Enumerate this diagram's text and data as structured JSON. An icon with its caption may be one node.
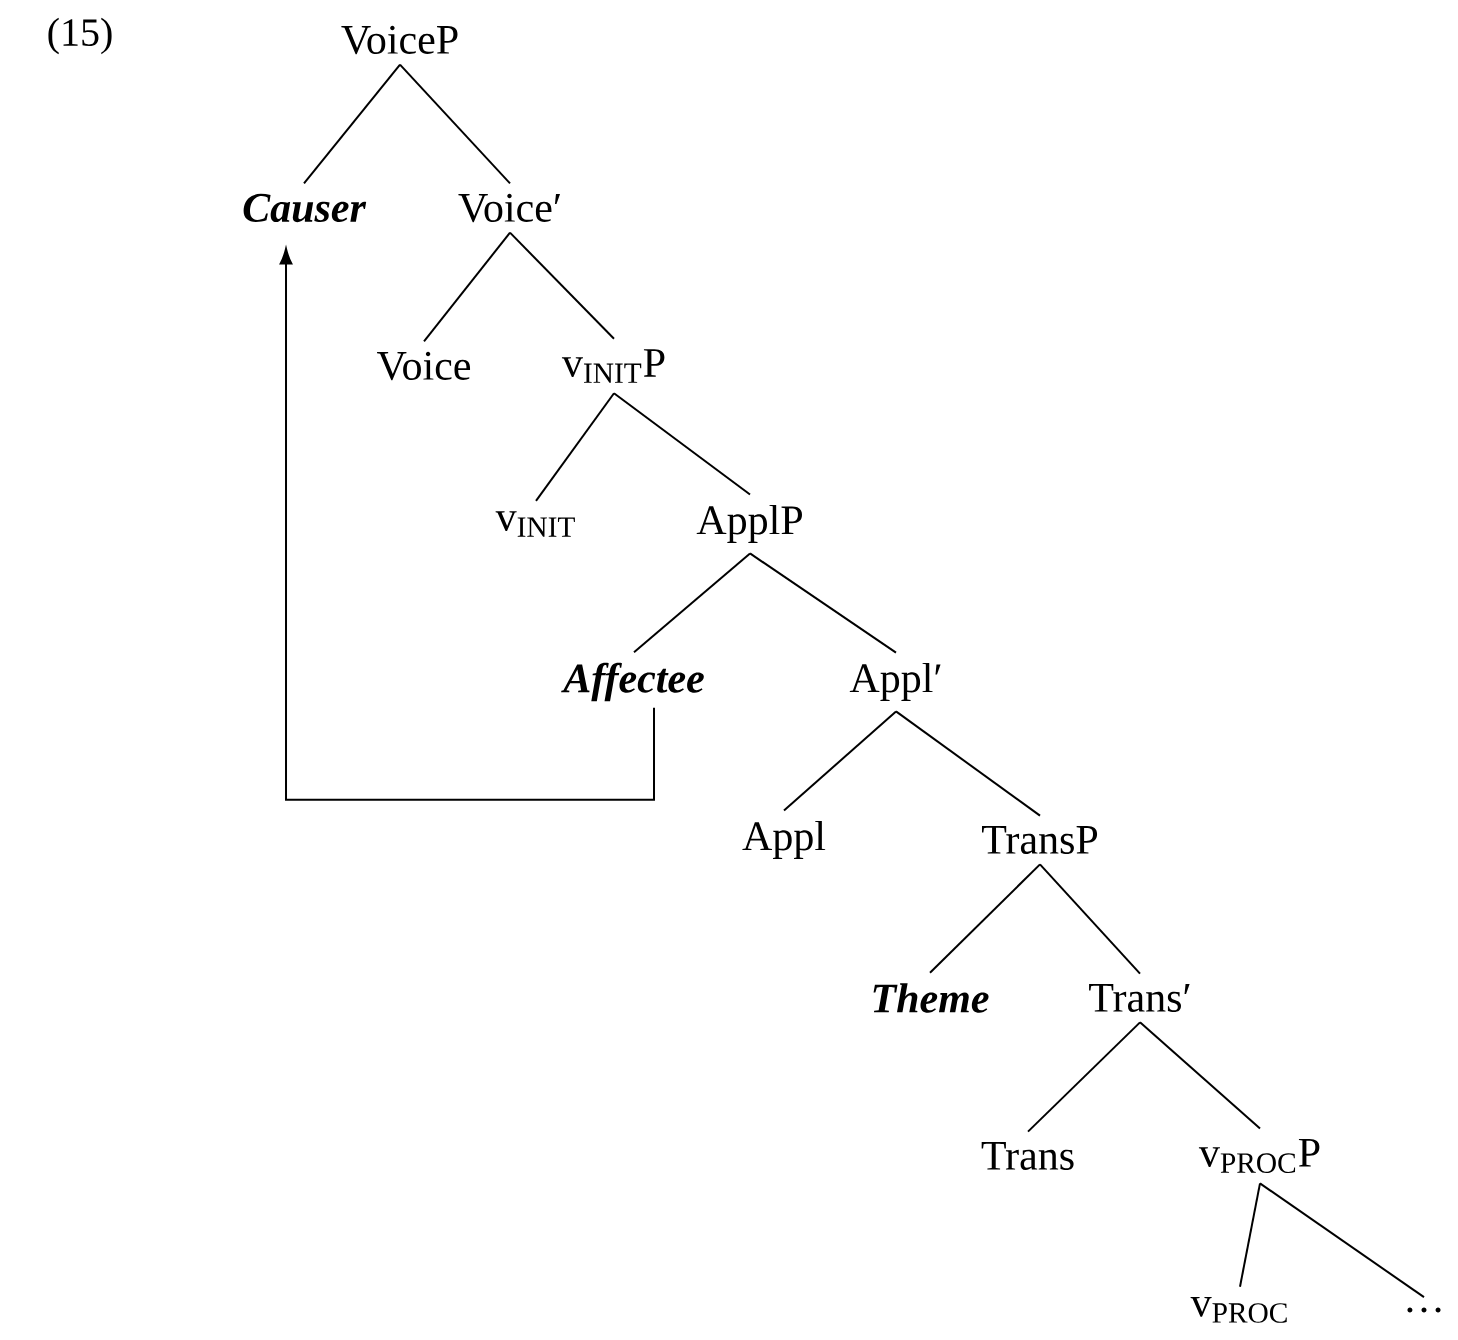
{
  "diagram": {
    "nodes": [
      {
        "text": [
          "VoiceP"
        ]
      },
      {
        "text": [
          "Causer"
        ]
      },
      {
        "text": [
          "Voice′"
        ]
      },
      {
        "text": [
          "Voice"
        ]
      },
      {
        "text": [
          "v$_{INIT}$P"
        ]
      },
      {
        "text": [
          "v$_{INIT}$"
        ]
      },
      {
        "text": [
          "ApplP"
        ]
      },
      {
        "text": [
          "Affectee"
        ]
      },
      {
        "text": [
          "Appl′"
        ]
      },
      {
        "text": [
          "Appl"
        ]
      },
      {
        "text": [
          "TransP"
        ]
      },
      {
        "text": [
          "Theme"
        ]
      },
      {
        "text": [
          "Trans′"
        ]
      },
      {
        "text": [
          "Trans"
        ]
      },
      {
        "text": [
          "v$_{PROC}$P"
        ]
      },
      {
        "text": [
          "v$_{PROC}$"
        ]
      },
      {
        "text": [
          "…"
        ]
      }
    ],
    "edges": [
      {
        "from": 0,
        "to": 1,
        "arrow": "none"
      },
      {
        "from": 0,
        "to": 2,
        "arrow": "none"
      },
      {
        "from": 2,
        "to": 3,
        "arrow": "none"
      },
      {
        "from": 2,
        "to": 4,
        "arrow": "none"
      },
      {
        "from": 4,
        "to": 5,
        "arrow": "none"
      },
      {
        "from": 4,
        "to": 6,
        "arrow": "none"
      },
      {
        "from": 6,
        "to": 7,
        "arrow": "none"
      },
      {
        "from": 6,
        "to": 8,
        "arrow": "none"
      },
      {
        "from": 8,
        "to": 9,
        "arrow": "none"
      },
      {
        "from": 8,
        "to": 10,
        "arrow": "none"
      },
      {
        "from": 10,
        "to": 11,
        "arrow": "none"
      },
      {
        "from": 10,
        "to": 12,
        "arrow": "none"
      },
      {
        "from": 12,
        "to": 13,
        "arrow": "none"
      },
      {
        "from": 12,
        "to": 14,
        "arrow": "none"
      },
      {
        "from": 14,
        "to": 15,
        "arrow": "none"
      },
      {
        "from": 14,
        "to": 16,
        "arrow": "none"
      },
      {
        "from": 7,
        "to": 1,
        "arrow": "to"
      }
    ],
    "labels": [
      "(15)"
    ]
  }
}
